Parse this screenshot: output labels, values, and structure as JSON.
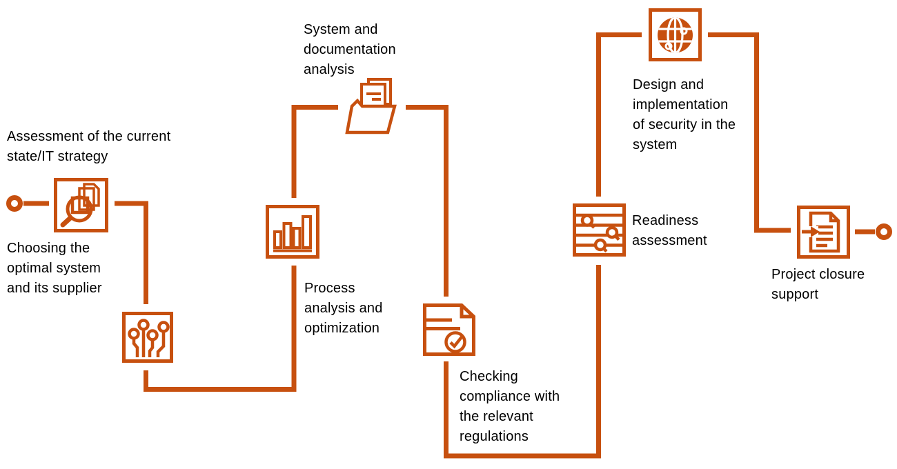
{
  "diagram": {
    "accent_color": "#C7500F",
    "text_color": "#000000",
    "background_color": "#FFFFFF",
    "steps": [
      {
        "label": "Assessment of the current\nstate/IT strategy",
        "icon": "search-documents-icon"
      },
      {
        "label": "Choosing the\noptimal system\nand its supplier",
        "icon": "circuit-board-icon"
      },
      {
        "label": "Process\nanalysis and\noptimization",
        "icon": "bar-chart-icon"
      },
      {
        "label": "System and\ndocumentation\nanalysis",
        "icon": "open-folder-documents-icon"
      },
      {
        "label": "Checking\ncompliance with\nthe relevant\nregulations",
        "icon": "document-checkmark-icon"
      },
      {
        "label": "Readiness\nassessment",
        "icon": "sliders-icon"
      },
      {
        "label": "Design and\nimplementation\nof security in the\nsystem",
        "icon": "globe-network-icon"
      },
      {
        "label": "Project closure\nsupport",
        "icon": "document-arrow-icon"
      }
    ]
  }
}
